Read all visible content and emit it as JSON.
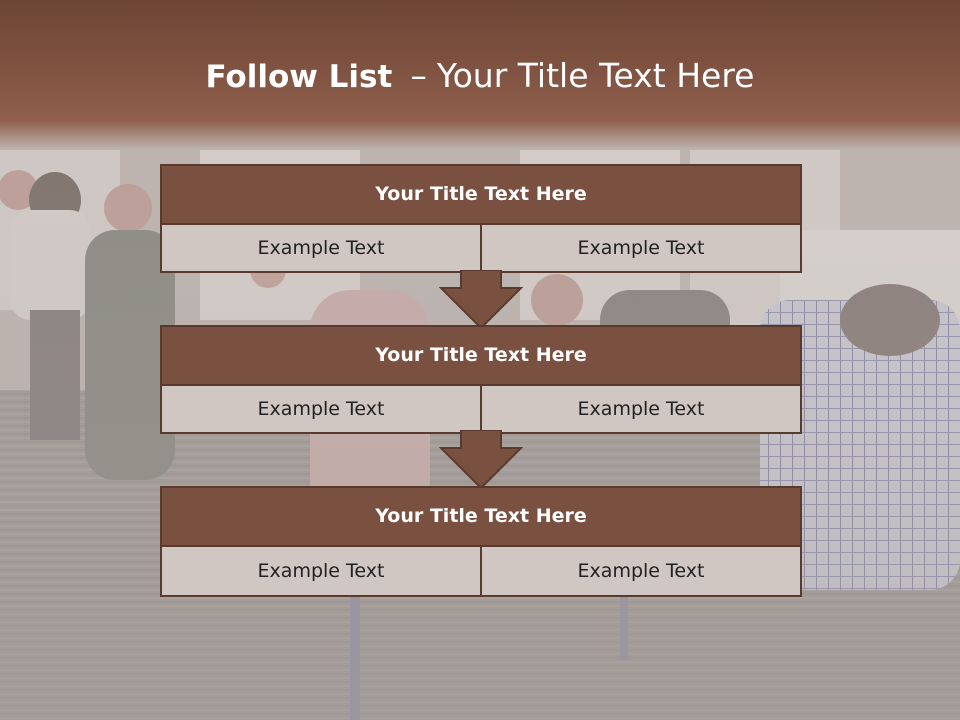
{
  "slide": {
    "title_bold": "Follow List",
    "title_dash": "–",
    "title_rest": "Your Title Text Here"
  },
  "flow": {
    "steps": [
      {
        "title": "Your Title Text Here",
        "left": "Example Text",
        "right": "Example Text"
      },
      {
        "title": "Your Title Text Here",
        "left": "Example Text",
        "right": "Example Text"
      },
      {
        "title": "Your Title Text Here",
        "left": "Example Text",
        "right": "Example Text"
      }
    ],
    "arrows": [
      {
        "icon": "down-arrow-icon"
      },
      {
        "icon": "down-arrow-icon"
      }
    ]
  },
  "colors": {
    "header": "#7f5241",
    "box_header": "#7a5040",
    "box_border": "#5a3a2c",
    "cell_fill": "#d0c7c3",
    "title_text": "#ffffff",
    "cell_text": "#222222"
  }
}
